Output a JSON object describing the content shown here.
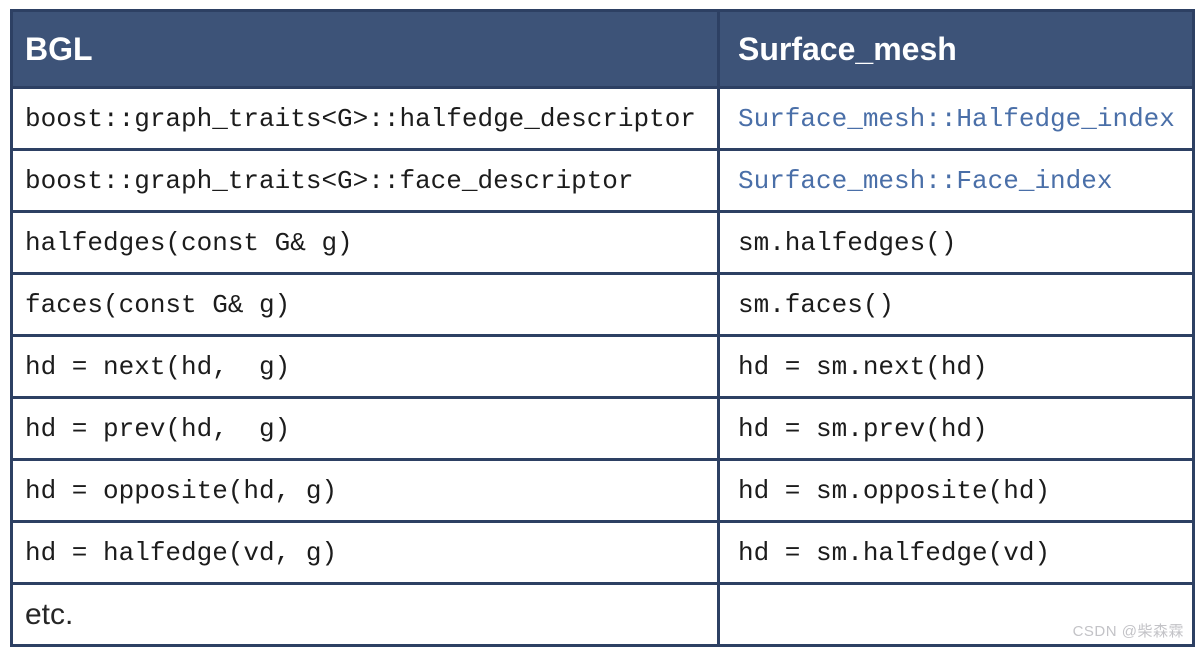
{
  "table": {
    "columns": [
      {
        "label": "BGL"
      },
      {
        "label": "Surface_mesh"
      }
    ],
    "rows": [
      {
        "bgl": "boost::graph_traits<G>::halfedge_descriptor",
        "sm": "Surface_mesh::Halfedge_index",
        "sm_is_link": true
      },
      {
        "bgl": "boost::graph_traits<G>::face_descriptor",
        "sm": "Surface_mesh::Face_index",
        "sm_is_link": true
      },
      {
        "bgl": "halfedges(const G& g)",
        "sm": "sm.halfedges()",
        "sm_is_link": false
      },
      {
        "bgl": "faces(const G& g)",
        "sm": "sm.faces()",
        "sm_is_link": false
      },
      {
        "bgl": "hd = next(hd,  g)",
        "sm": "hd = sm.next(hd)",
        "sm_is_link": false
      },
      {
        "bgl": "hd = prev(hd,  g)",
        "sm": "hd = sm.prev(hd)",
        "sm_is_link": false
      },
      {
        "bgl": "hd = opposite(hd, g)",
        "sm": "hd = sm.opposite(hd)",
        "sm_is_link": false
      },
      {
        "bgl": "hd = halfedge(vd, g)",
        "sm": "hd = sm.halfedge(vd)",
        "sm_is_link": false
      },
      {
        "bgl": "etc.",
        "sm": "",
        "sm_is_link": false,
        "etc_style": true
      }
    ]
  },
  "watermark": "CSDN @柴森霖",
  "colors": {
    "header_background": "#3d5378",
    "header_text": "#ffffff",
    "border": "#2d4063",
    "body_text": "#1c1c1c",
    "link_text": "#4a6fa8",
    "watermark_text": "#c3c3c7"
  }
}
